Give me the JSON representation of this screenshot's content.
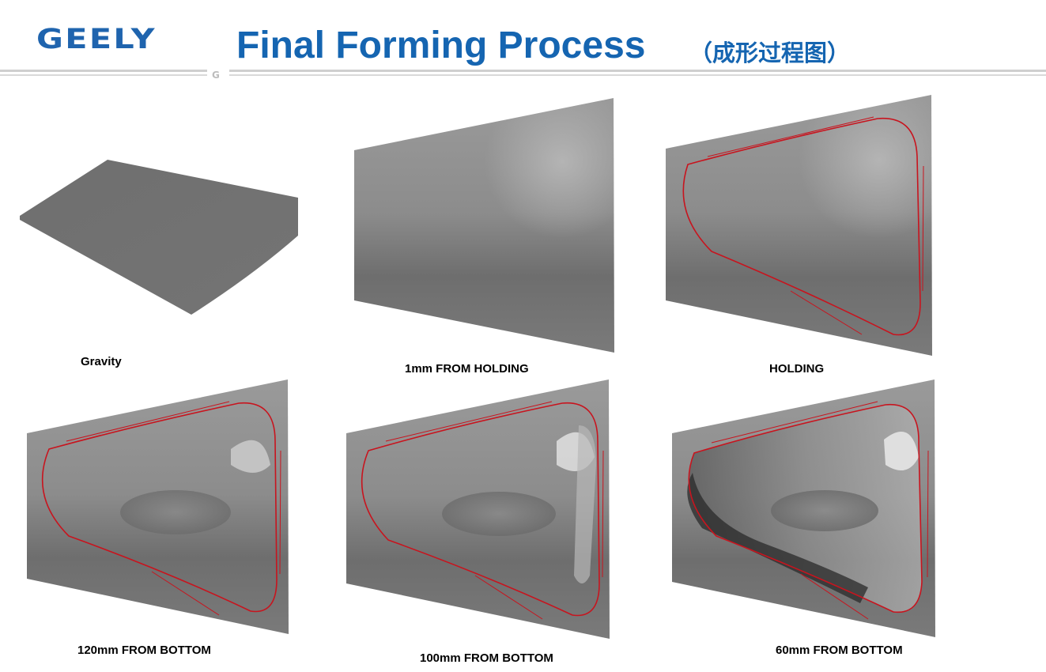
{
  "header": {
    "logo_text": "GEELY",
    "title": "Final Forming Process",
    "subtitle": "（成形过程图）",
    "rule_mark": "G"
  },
  "panels": [
    {
      "caption": "Gravity",
      "stage": "gravity"
    },
    {
      "caption": "1mm FROM HOLDING",
      "stage": "pre-holding"
    },
    {
      "caption": "HOLDING",
      "stage": "holding"
    },
    {
      "caption": "120mm FROM BOTTOM",
      "stage": "draw-120"
    },
    {
      "caption": "100mm FROM BOTTOM",
      "stage": "draw-100"
    },
    {
      "caption": "60mm FROM BOTTOM",
      "stage": "draw-60"
    }
  ],
  "colors": {
    "brand_blue": "#1565b1",
    "sheet_gray": "#7a7a7a",
    "outline_red": "#c8141e",
    "rule_gray": "#c8c8c8"
  }
}
